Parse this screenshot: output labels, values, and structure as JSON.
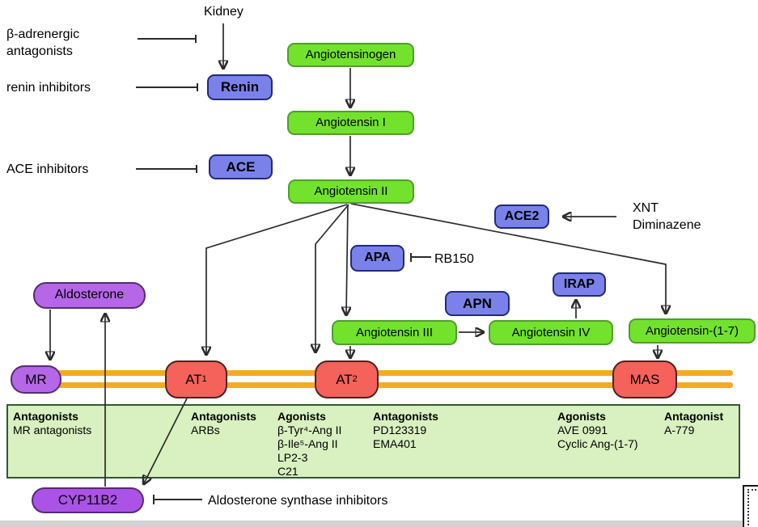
{
  "colors": {
    "substrate_green": "#72e22d",
    "substrate_border": "#4f9e28",
    "enzyme_blue": "#7a82ea",
    "enzyme_border": "#202a7c",
    "hormone_purple": "#b567e8",
    "hormone_border": "#572a74",
    "cyp_purple": "#ab53e6",
    "receptor_red": "#f4625a",
    "receptor_border": "#4a241c",
    "membrane_orange": "#f5ab20",
    "panel_green": "#d9f0c0",
    "panel_border": "#2f5930",
    "arrow": "#2b2b2b",
    "scrollbar_gray": "#d2d2d2"
  },
  "nodes": {
    "kidney": "Kidney",
    "angiotensinogen": "Angiotensinogen",
    "angiotensin_i": "Angiotensin I",
    "angiotensin_ii": "Angiotensin II",
    "angiotensin_iii": "Angiotensin III",
    "angiotensin_iv": "Angiotensin IV",
    "angiotensin_1_7": "Angiotensin-(1-7)",
    "renin": "Renin",
    "ace": "ACE",
    "ace2": "ACE2",
    "apa": "APA",
    "apn": "APN",
    "irap": "IRAP",
    "aldosterone": "Aldosterone",
    "cyp11b2": "CYP11B2",
    "mr": "MR",
    "mas": "MAS",
    "at1_base": "AT",
    "at1_sub": "1",
    "at2_base": "AT",
    "at2_sub": "2"
  },
  "annotations": {
    "beta_adrenergic_1": "β-adrenergic",
    "beta_adrenergic_2": "antagonists",
    "renin_inhibitors": "renin inhibitors",
    "ace_inhibitors": "ACE inhibitors",
    "xnt": "XNT",
    "diminazene": "Diminazene",
    "rb150": "RB150",
    "aldosterone_synthase_inhibitors": "Aldosterone synthase inhibitors"
  },
  "panel": {
    "columns": [
      {
        "header": "Antagonists",
        "items": [
          "MR antagonists"
        ]
      },
      {
        "header": "Antagonists",
        "items": [
          "ARBs"
        ]
      },
      {
        "header": "Agonists",
        "items": [
          "β-Tyr⁴-Ang II",
          "β-Ile⁵-Ang II",
          "LP2-3",
          "C21"
        ]
      },
      {
        "header": "Antagonists",
        "items": [
          "PD123319",
          "EMA401"
        ]
      },
      {
        "header": "Agonists",
        "items": [
          "AVE 0991",
          "Cyclic Ang-(1-7)"
        ]
      },
      {
        "header": "Antagonist",
        "items": [
          "A-779"
        ]
      }
    ]
  }
}
